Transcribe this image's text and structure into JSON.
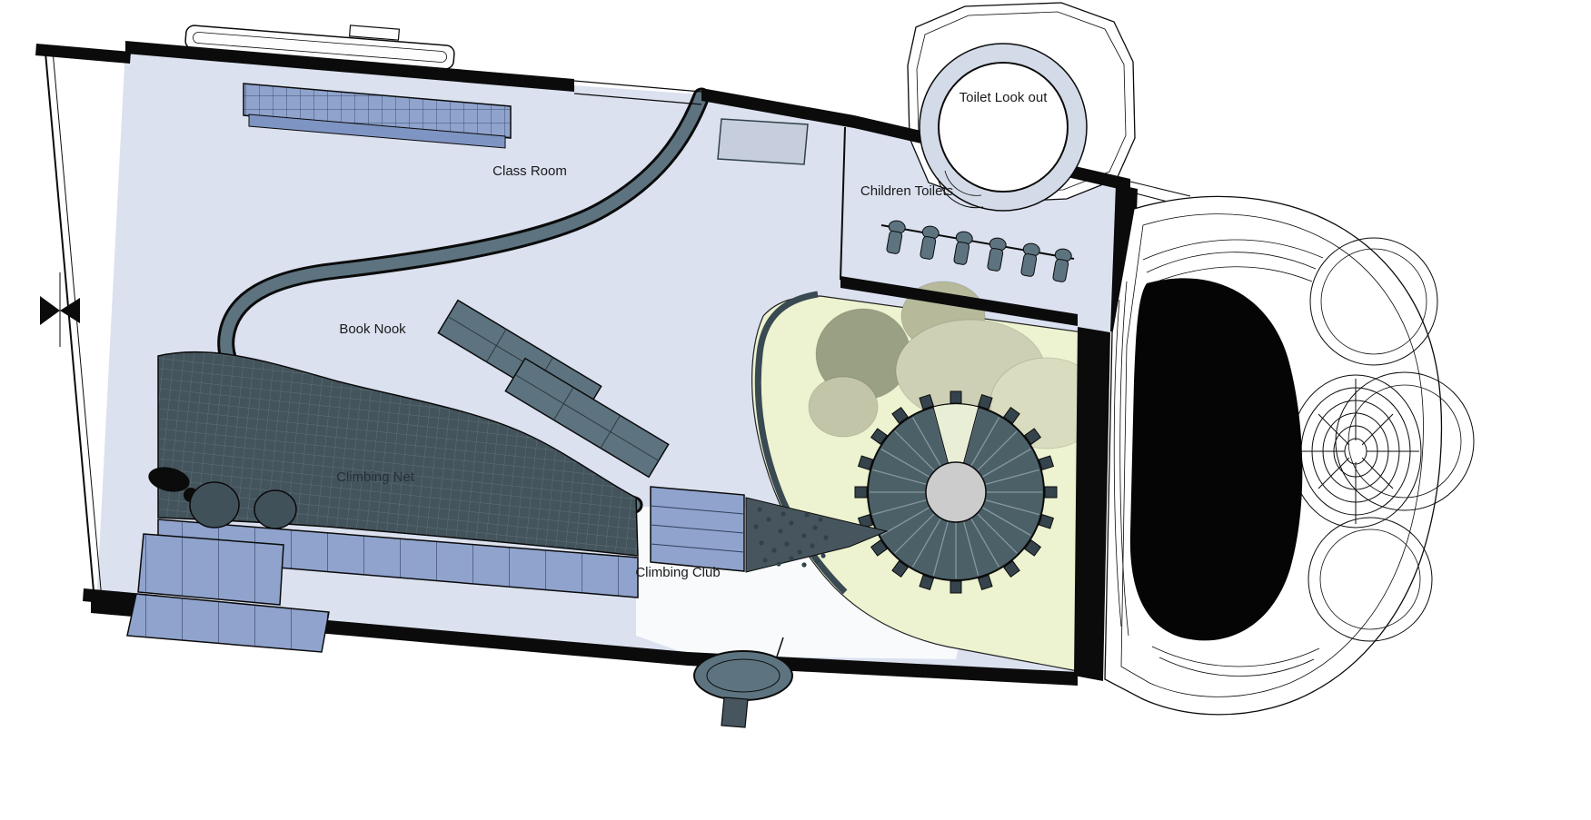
{
  "drawing": {
    "type": "architectural-floor-plan",
    "labels": {
      "toilet_lookout": "Toilet Look out",
      "class_room": "Class Room",
      "children_toilets": "Children Toilets",
      "book_nook": "Book Nook",
      "climbing_net": "Climbing Net",
      "climbing_club": "Climbing Club"
    },
    "colors": {
      "floor": "#dbe1ef",
      "annex_yellow": "#edf2d0",
      "furniture_blue": "#8fa3cd",
      "partition_slate": "#5d7480",
      "net_dark": "#44545c",
      "stair_dark": "#4c6068",
      "stair_center": "#cccccc",
      "canopy_olive": "#9aa083",
      "canopy_light": "#ced1b4",
      "ink": "#0b0b0b",
      "background": "#ffffff"
    }
  }
}
